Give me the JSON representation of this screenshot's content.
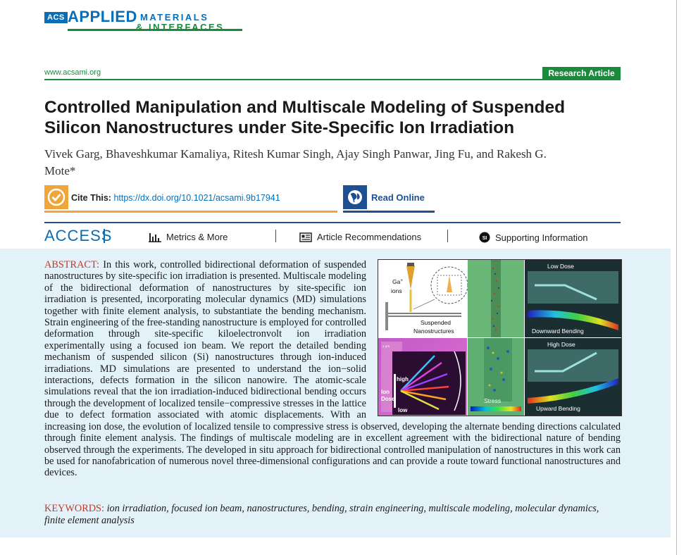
{
  "journal": {
    "logo_acs": "ACS",
    "logo_applied": "APPLIED",
    "logo_materials": "MATERIALS",
    "logo_interfaces": "& INTERFACES",
    "url": "www.acsami.org",
    "article_type": "Research Article",
    "brand_blue": "#0b6db3",
    "brand_green": "#1c8a3d"
  },
  "article": {
    "title": "Controlled Manipulation and Multiscale Modeling of Suspended Silicon Nanostructures under Site-Specific Ion Irradiation",
    "authors": "Vivek Garg, Bhaveshkumar Kamaliya, Ritesh Kumar Singh, Ajay Singh Panwar, Jing Fu, and Rakesh G. Mote*",
    "cite_label": "Cite This:",
    "doi": "https://dx.doi.org/10.1021/acsami.9b17941",
    "read_online": "Read Online"
  },
  "access": {
    "label": "ACCESS",
    "metrics": "Metrics & More",
    "recommendations": "Article Recommendations",
    "supporting": "Supporting Information"
  },
  "abstract": {
    "label": "ABSTRACT:",
    "text": "In this work, controlled bidirectional deformation of suspended nanostructures by site-specific ion irradiation is presented. Multiscale modeling of the bidirectional deformation of nanostructures by site-specific ion irradiation is presented, incorporating molecular dynamics (MD) simulations together with finite element analysis, to substantiate the bending mechanism. Strain engineering of the free-standing nanostructure is employed for controlled deformation through site-specific kiloelectronvolt ion irradiation experimentally using a focused ion beam. We report the detailed bending mechanism of suspended silicon (Si) nanostructures through ion-induced irradiations. MD simulations are presented to understand the ion−solid interactions, defects formation in the silicon nanowire. The atomic-scale simulations reveal that the ion irradiation-induced bidirectional bending occurs through the development of localized tensile−compressive stresses in the lattice due to defect formation associated with atomic displacements. With an increasing ion dose, the evolution of localized tensile to compressive stress is observed, developing the alternate bending directions calculated through finite element analysis. The findings of multiscale modeling are in excellent agreement with the bidirectional nature of bending observed through the experiments. The developed in situ approach for bidirectional controlled manipulation of nanostructures in this work can be used for nanofabrication of numerous novel three-dimensional configurations and can provide a route toward functional nanostructures and devices."
  },
  "keywords": {
    "label": "KEYWORDS:",
    "text": "ion irradiation, focused ion beam, nanostructures, bending, strain engineering, multiscale modeling, molecular dynamics, finite element analysis"
  },
  "toc_figure": {
    "ga_ions": "Ga",
    "ga_sup": "+",
    "ions": "ions",
    "suspended": "Suspended",
    "nanostructures": "Nanostructures",
    "low_dose": "Low Dose",
    "high_dose": "High Dose",
    "downward": "Downward Bending",
    "upward": "Upward Bending",
    "stress": "Stress",
    "high": "high",
    "low": "low",
    "ion": "Ion",
    "dose": "Dose",
    "scale": "1 µm"
  }
}
